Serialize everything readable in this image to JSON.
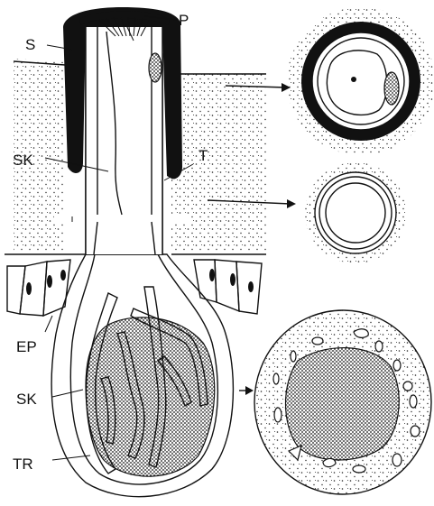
{
  "labels": {
    "p": "P",
    "s": "S",
    "sk_top": "SK",
    "t": "T",
    "ep": "EP",
    "sk_bottom": "SK",
    "tr": "TR"
  }
}
